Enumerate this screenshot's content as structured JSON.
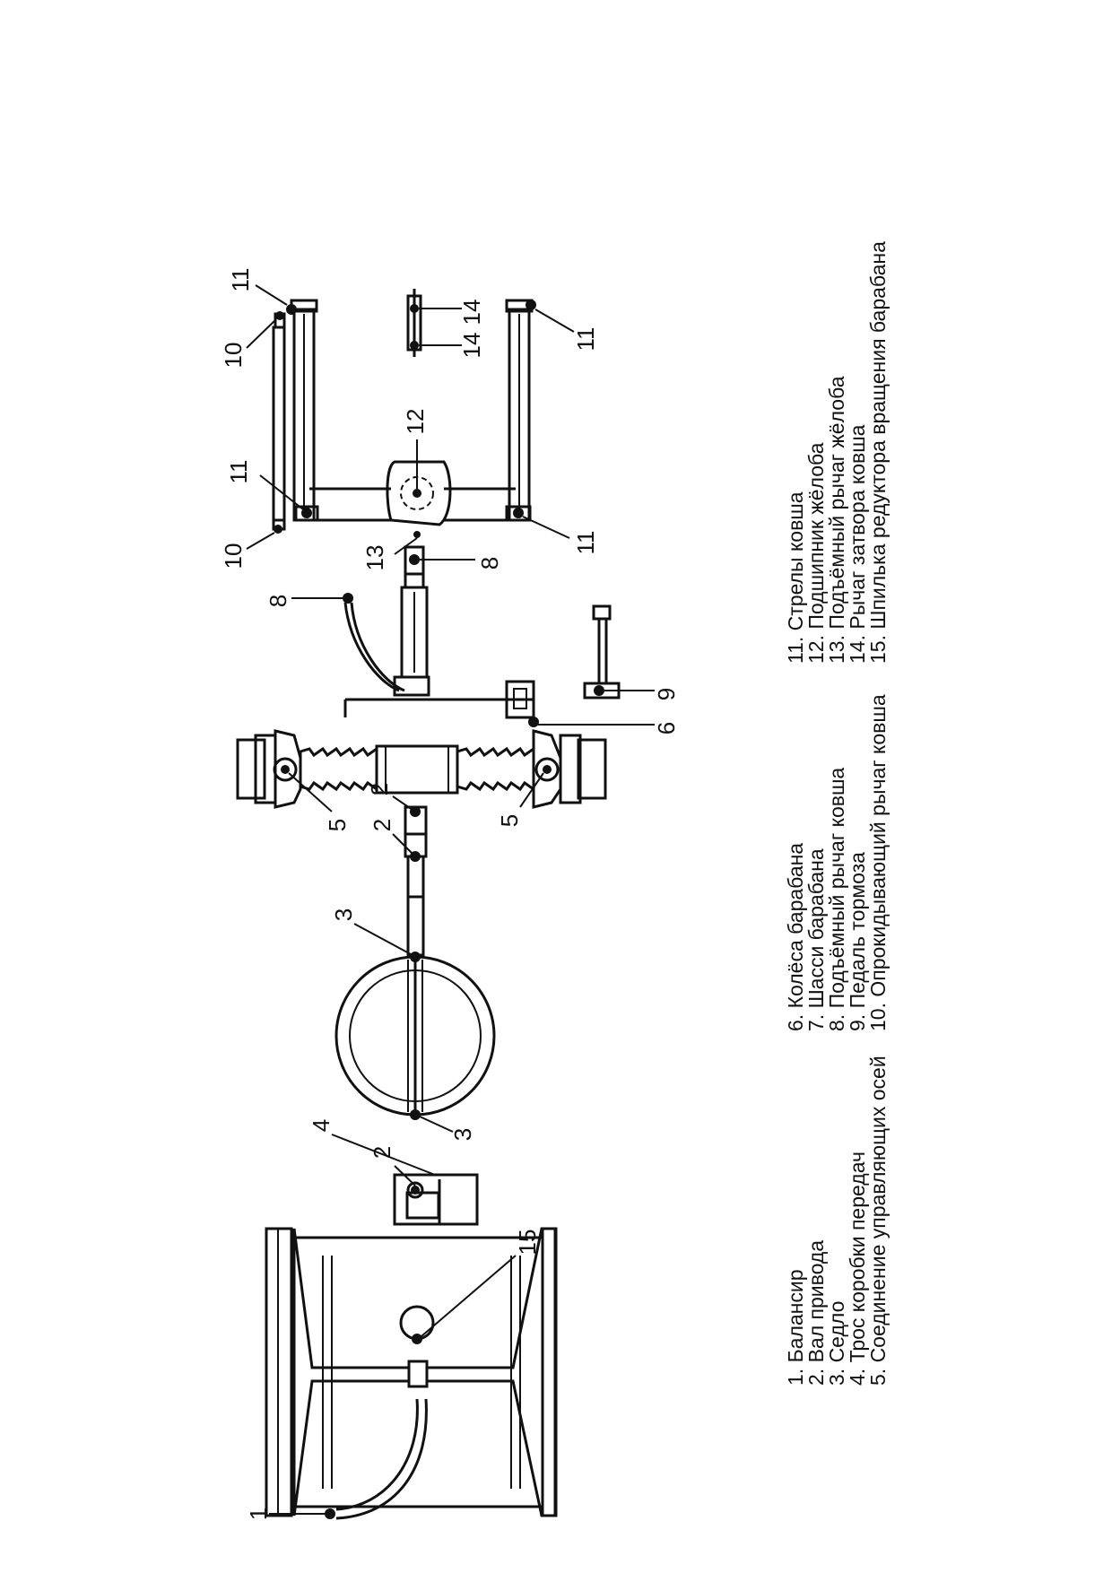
{
  "legend": {
    "col1": [
      "1. Балансир",
      "2. Вал привода",
      "3. Седло",
      "4. Трос коробки передач",
      "5. Соединение управляющих осей"
    ],
    "col2": [
      "6. Колёса барабана",
      "7. Шасси барабана",
      "8. Подъёмный рычаг ковша",
      "9. Педаль тормоза",
      "10. Опрокидывающий рычаг ковша"
    ],
    "col3": [
      "11. Стрелы ковша",
      "12. Подшипник жёлоба",
      "13. Подъёмный рычаг жёлоба",
      "14. Рычаг затвора ковша",
      "15. Шпилька редуктора вращения барабана"
    ]
  },
  "callouts": {
    "n1": "1",
    "n2a": "2",
    "n2b": "2",
    "n2c": "2",
    "n3a": "3",
    "n3b": "3",
    "n4": "4",
    "n5a": "5",
    "n5b": "5",
    "n6": "6",
    "n8a": "8",
    "n8b": "8",
    "n9": "9",
    "n10a": "10",
    "n10b": "10",
    "n11a": "11",
    "n11b": "11",
    "n11c": "11",
    "n11d": "11",
    "n12": "12",
    "n13": "13",
    "n14a": "14",
    "n14b": "14",
    "n15": "15"
  }
}
